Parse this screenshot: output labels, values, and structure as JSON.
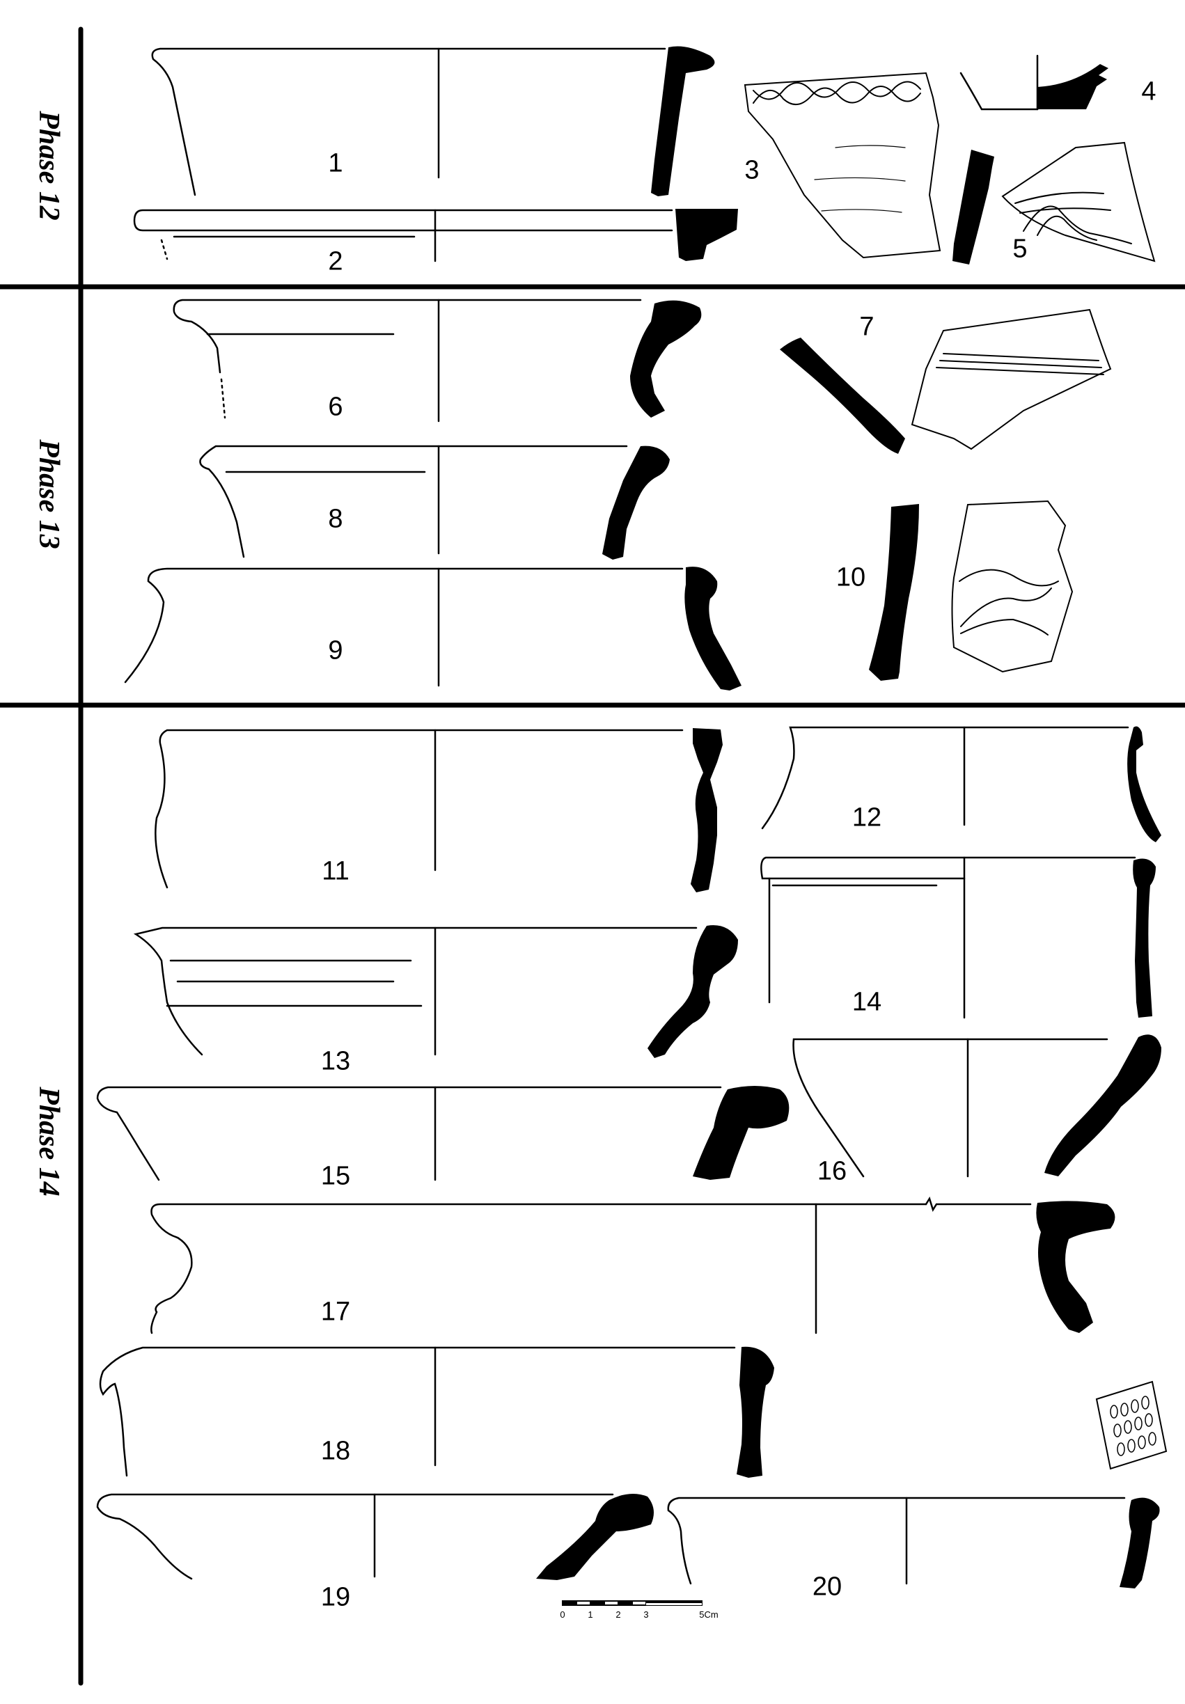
{
  "phases": [
    {
      "label": "Phase 12"
    },
    {
      "label": "Phase 13"
    },
    {
      "label": "Phase 14"
    }
  ],
  "sherds": [
    "1",
    "2",
    "3",
    "4",
    "5",
    "6",
    "7",
    "8",
    "9",
    "10",
    "11",
    "12",
    "13",
    "14",
    "15",
    "16",
    "17",
    "18",
    "19",
    "20"
  ],
  "scale": {
    "ticks": [
      "0",
      "1",
      "2",
      "3"
    ],
    "end_label": "5Cm"
  }
}
